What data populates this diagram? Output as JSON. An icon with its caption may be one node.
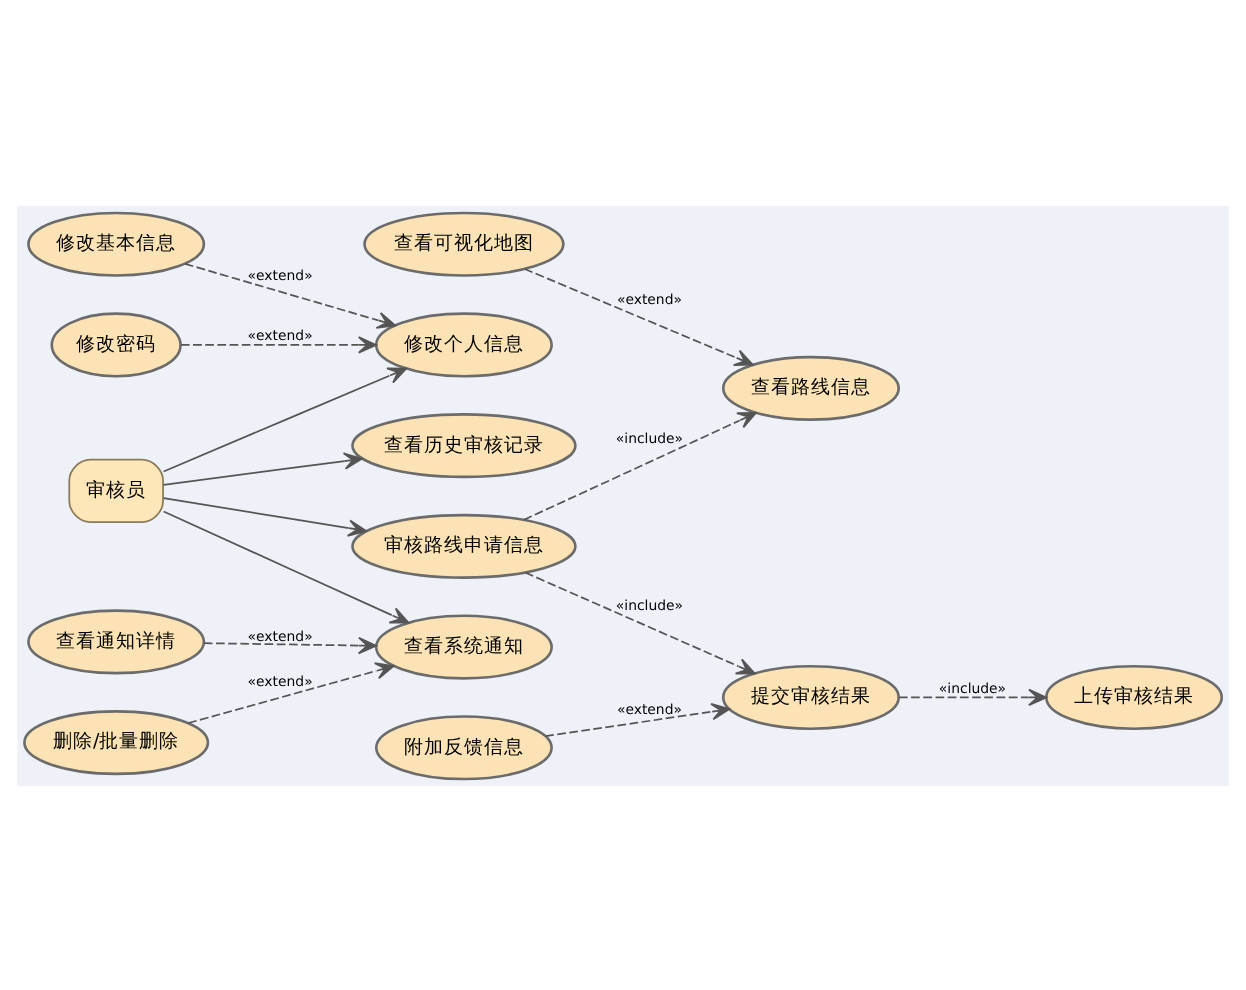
{
  "diagram": {
    "nodes": [
      {
        "text": [
          "审核员"
        ]
      },
      {
        "text": [
          "修改个人信息"
        ]
      },
      {
        "text": [
          "修改基本信息"
        ]
      },
      {
        "text": [
          "修改密码"
        ]
      },
      {
        "text": [
          "审核路线申请信息"
        ]
      },
      {
        "text": [
          "查看路线信息"
        ]
      },
      {
        "text": [
          "查看可视化地图"
        ]
      },
      {
        "text": [
          "提交审核结果"
        ]
      },
      {
        "text": [
          "上传审核结果"
        ]
      },
      {
        "text": [
          "附加反馈信息"
        ]
      },
      {
        "text": [
          "查看历史审核记录"
        ]
      },
      {
        "text": [
          "查看系统通知"
        ]
      },
      {
        "text": [
          "查看通知详情"
        ]
      },
      {
        "text": [
          "删除/批量删除"
        ]
      }
    ],
    "edges": [
      {
        "from": 0,
        "to": 1,
        "arrow": "to"
      },
      {
        "from": 0,
        "to": 4,
        "arrow": "to"
      },
      {
        "from": 0,
        "to": 10,
        "arrow": "to"
      },
      {
        "from": 0,
        "to": 11,
        "arrow": "to"
      },
      {
        "from": 2,
        "to": 1,
        "arrow": "to",
        "label": "«extend»",
        "style": "dashed"
      },
      {
        "from": 3,
        "to": 1,
        "arrow": "to",
        "label": "«extend»",
        "style": "dashed"
      },
      {
        "from": 4,
        "to": 5,
        "arrow": "to",
        "label": "«include»",
        "style": "dashed"
      },
      {
        "from": 4,
        "to": 7,
        "arrow": "to",
        "label": "«include»",
        "style": "dashed"
      },
      {
        "from": 6,
        "to": 5,
        "arrow": "to",
        "label": "«extend»",
        "style": "dashed"
      },
      {
        "from": 7,
        "to": 8,
        "arrow": "to",
        "label": "«include»",
        "style": "dashed"
      },
      {
        "from": 9,
        "to": 7,
        "arrow": "to",
        "label": "«extend»",
        "style": "dashed"
      },
      {
        "from": 12,
        "to": 11,
        "arrow": "to",
        "label": "«extend»",
        "style": "dashed"
      },
      {
        "from": 13,
        "to": 11,
        "arrow": "to",
        "label": "«extend»",
        "style": "dashed"
      }
    ]
  }
}
